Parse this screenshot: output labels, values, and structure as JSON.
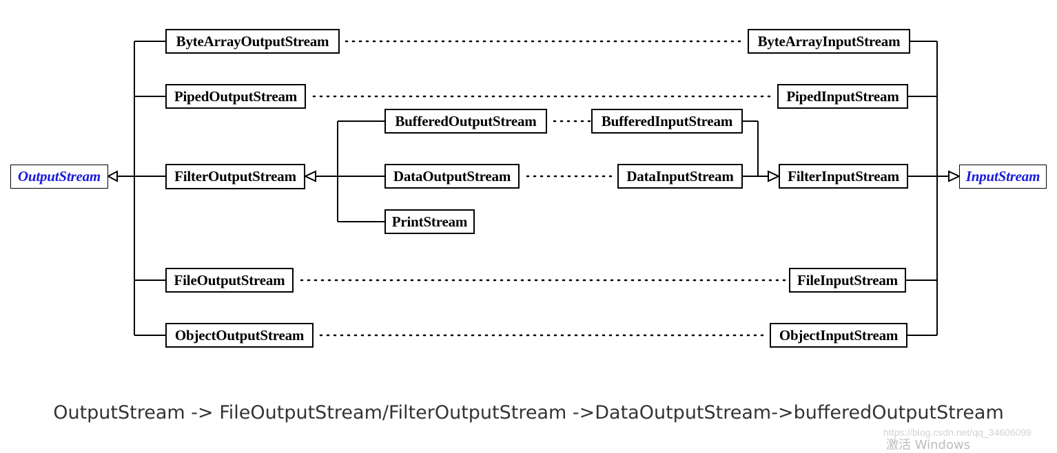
{
  "diagram": {
    "output_base": "OutputStream",
    "input_base": "InputStream",
    "output_classes": {
      "byte_array": "ByteArrayOutputStream",
      "piped": "PipedOutputStream",
      "filter": "FilterOutputStream",
      "file": "FileOutputStream",
      "object": "ObjectOutputStream"
    },
    "filter_output_subclasses": {
      "buffered": "BufferedOutputStream",
      "data": "DataOutputStream",
      "print": "PrintStream"
    },
    "input_classes": {
      "byte_array": "ByteArrayInputStream",
      "piped": "PipedInputStream",
      "filter": "FilterInputStream",
      "file": "FileInputStream",
      "object": "ObjectInputStream"
    },
    "filter_input_subclasses": {
      "buffered": "BufferedInputStream",
      "data": "DataInputStream"
    }
  },
  "caption": "OutputStream -> FileOutputStream/FilterOutputStream ->DataOutputStream->bufferedOutputStream",
  "watermark": "https://blog.csdn.net/qq_34606099",
  "activate_text": "激活 Windows"
}
